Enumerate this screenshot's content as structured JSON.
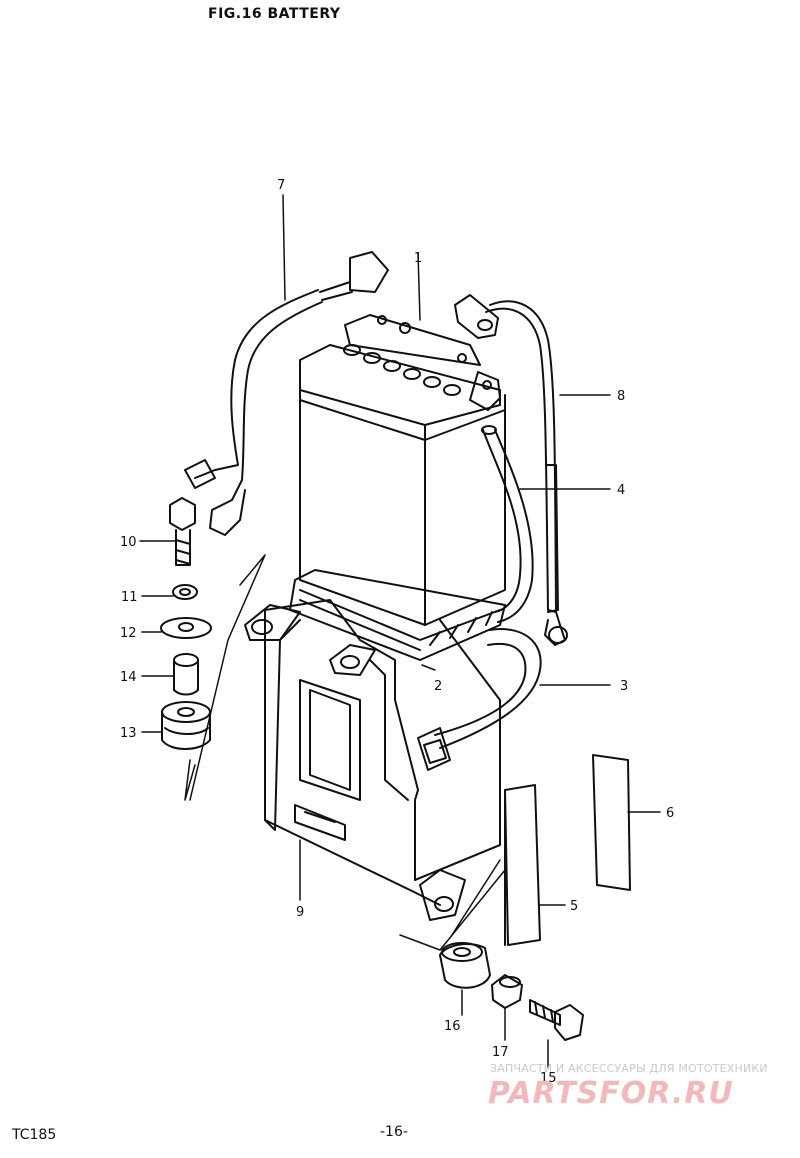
{
  "header": {
    "title": "FIG.16  BATTERY"
  },
  "footer": {
    "model": "TC185",
    "page": "-16-"
  },
  "watermark": {
    "caption": "ЗАПЧАСТИ И АКСЕССУАРЫ ДЛЯ МОТОТЕХНИКИ",
    "logo": "PARTSFOR.RU",
    "color": "#f3b9b9"
  },
  "callouts": {
    "p1": "1",
    "p2": "2",
    "p3": "3",
    "p4": "4",
    "p5": "5",
    "p6": "6",
    "p7": "7",
    "p8": "8",
    "p9": "9",
    "p10": "10",
    "p11": "11",
    "p12": "12",
    "p13": "13",
    "p14": "14",
    "p15": "15",
    "p16": "16",
    "p17": "17"
  },
  "diagram": {
    "parts": [
      {
        "no": "1",
        "part": "battery",
        "icon": "battery-icon"
      },
      {
        "no": "2",
        "part": "battery pad",
        "icon": "pad-icon"
      },
      {
        "no": "3",
        "part": "strap",
        "icon": "strap-icon"
      },
      {
        "no": "4",
        "part": "breather tube",
        "icon": "tube-icon"
      },
      {
        "no": "5",
        "part": "spacer",
        "icon": "spacer-icon"
      },
      {
        "no": "6",
        "part": "spacer",
        "icon": "spacer-icon"
      },
      {
        "no": "7",
        "part": "lead wire (+)",
        "icon": "wire-icon"
      },
      {
        "no": "8",
        "part": "lead wire (-)",
        "icon": "wire-icon"
      },
      {
        "no": "9",
        "part": "battery holder",
        "icon": "holder-icon"
      },
      {
        "no": "10",
        "part": "bolt",
        "icon": "bolt-icon"
      },
      {
        "no": "11",
        "part": "lock washer",
        "icon": "washer-icon"
      },
      {
        "no": "12",
        "part": "washer",
        "icon": "washer-icon"
      },
      {
        "no": "13",
        "part": "cushion",
        "icon": "cushion-icon"
      },
      {
        "no": "14",
        "part": "collar",
        "icon": "collar-icon"
      },
      {
        "no": "15",
        "part": "bolt",
        "icon": "bolt-icon"
      },
      {
        "no": "16",
        "part": "cushion",
        "icon": "cushion-icon"
      },
      {
        "no": "17",
        "part": "collar",
        "icon": "collar-icon"
      }
    ]
  }
}
